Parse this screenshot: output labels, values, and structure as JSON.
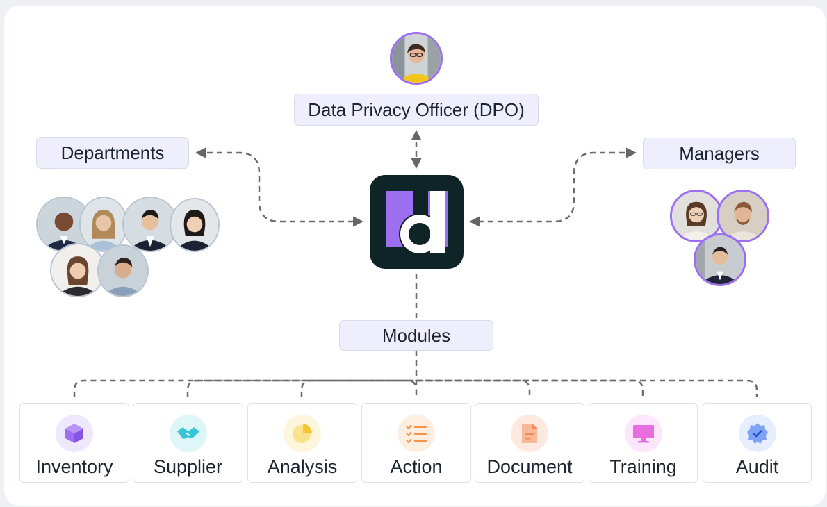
{
  "dpo": {
    "label": "Data Privacy Officer (DPO)"
  },
  "departments": {
    "label": "Departments"
  },
  "managers": {
    "label": "Managers"
  },
  "modules": {
    "label": "Modules",
    "items": [
      {
        "label": "Inventory",
        "icon": "cube-icon",
        "color": "#9b6ff0"
      },
      {
        "label": "Supplier",
        "icon": "handshake-icon",
        "color": "#35c7d8"
      },
      {
        "label": "Analysis",
        "icon": "pie-chart-icon",
        "color": "#f5c532"
      },
      {
        "label": "Action",
        "icon": "checklist-icon",
        "color": "#f5924a"
      },
      {
        "label": "Document",
        "icon": "document-icon",
        "color": "#f68b5a"
      },
      {
        "label": "Training",
        "icon": "monitor-icon",
        "color": "#e86ee0"
      },
      {
        "label": "Audit",
        "icon": "verified-badge-icon",
        "color": "#4f7ff0"
      }
    ]
  },
  "colors": {
    "accent": "#9b6ff0",
    "logo_bg": "#0f2426",
    "pill_bg": "#eeeefc",
    "connector": "#6b6b6b"
  }
}
